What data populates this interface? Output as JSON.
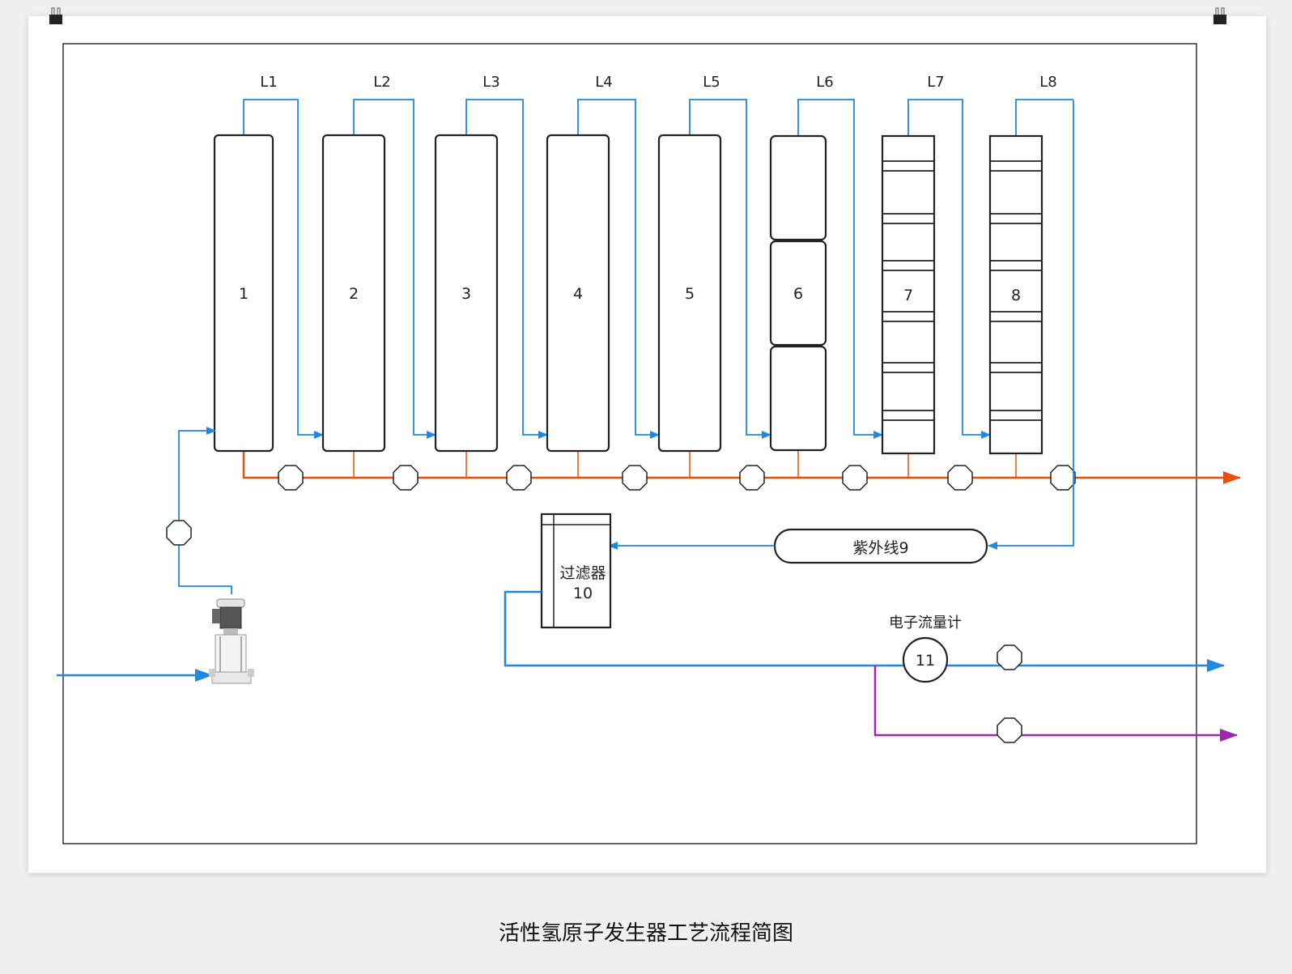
{
  "caption": "活性氢原子发生器工艺流程简图",
  "lines": [
    "L1",
    "L2",
    "L3",
    "L4",
    "L5",
    "L6",
    "L7",
    "L8"
  ],
  "tanks": [
    {
      "label": "1",
      "style": "plain"
    },
    {
      "label": "2",
      "style": "plain"
    },
    {
      "label": "3",
      "style": "plain"
    },
    {
      "label": "4",
      "style": "plain"
    },
    {
      "label": "5",
      "style": "plain"
    },
    {
      "label": "6",
      "style": "segmented3"
    },
    {
      "label": "7",
      "style": "banded"
    },
    {
      "label": "8",
      "style": "banded"
    }
  ],
  "uv": {
    "label": "紫外线9"
  },
  "filter": {
    "label_line1": "过滤器",
    "label_line2": "10"
  },
  "flowmeter": {
    "title": "电子流量计",
    "label": "11"
  },
  "icons": {
    "valve": "valve-icon",
    "pump": "pump-icon",
    "clip": "binder-clip-icon",
    "arrow": "arrow-icon"
  },
  "colors": {
    "water": "#1e88e5",
    "output": "#e8500a",
    "purple": "#9c27b0",
    "outline": "#222222",
    "background": "#f0f0f0",
    "paper": "#ffffff"
  }
}
